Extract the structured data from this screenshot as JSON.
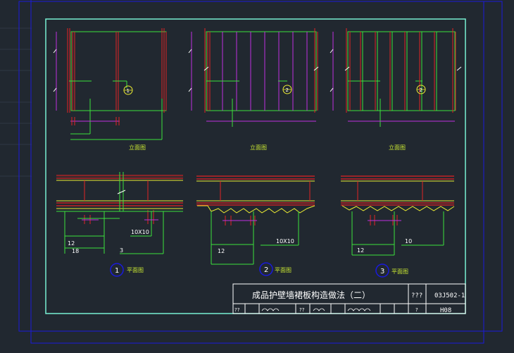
{
  "elevations": [
    {
      "label": "立面图",
      "marker": "1"
    },
    {
      "label": "立面图",
      "marker": "2"
    },
    {
      "label": "立面图",
      "marker": "2"
    }
  ],
  "plans": [
    {
      "num": "1",
      "label": "平面图",
      "dims": [
        "10X10",
        "12",
        "18",
        "3"
      ]
    },
    {
      "num": "2",
      "label": "平面图",
      "dims": [
        "10X10",
        "12"
      ]
    },
    {
      "num": "3",
      "label": "平面图",
      "dims": [
        "10",
        "12"
      ]
    }
  ],
  "title_block": {
    "title": "成品护壁墙裙板构造做法（二）",
    "mark1": "???",
    "code": "03J502-1",
    "cells_left": [
      "??",
      "??"
    ],
    "mark2": "?",
    "page": "H08"
  },
  "colors": {
    "background": "#212830",
    "frame_blue": "#1a1adc",
    "frame_cyan": "#78f0d2",
    "green": "#3ce23c",
    "red": "#e12323",
    "magenta": "#c030e0",
    "yellow": "#ecec32",
    "white": "#ffffff"
  }
}
